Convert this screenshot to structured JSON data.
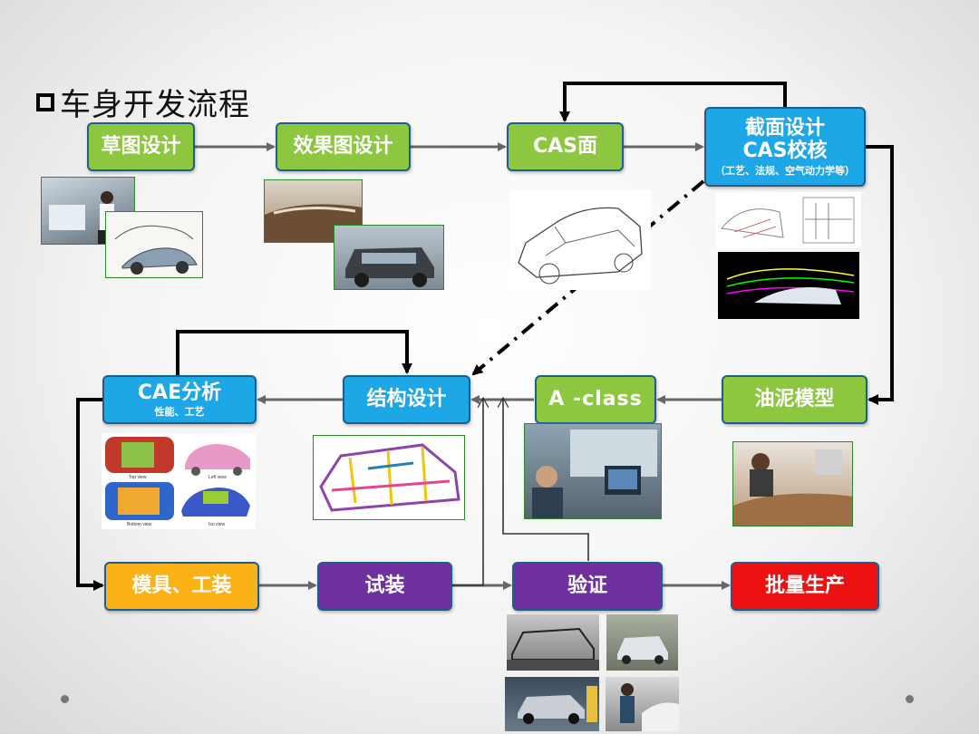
{
  "title": "车身开发流程",
  "nodes": {
    "sketch": {
      "label": "草图设计"
    },
    "render": {
      "label": "效果图设计"
    },
    "cas": {
      "label": "CAS面"
    },
    "section": {
      "label": "截面设计",
      "label2": "CAS校核",
      "note": "（工艺、法规、空气动力学等）"
    },
    "clay": {
      "label": "油泥模型"
    },
    "aclass": {
      "label": "A -class"
    },
    "structure": {
      "label": "结构设计"
    },
    "cae": {
      "label": "CAE分析",
      "note": "性能、工艺"
    },
    "tooling": {
      "label": "模具、工装"
    },
    "trial": {
      "label": "试装"
    },
    "verify": {
      "label": "验证"
    },
    "production": {
      "label": "批量生产"
    }
  },
  "cae_views": {
    "top": "Top view",
    "left": "Left view",
    "bottom": "Bottom view",
    "iso": "Iso view"
  },
  "colors": {
    "green": "#8dc63f",
    "blue": "#1ea7e6",
    "orange": "#fbb216",
    "purple": "#7030a0",
    "red": "#ee1111",
    "arrow_gray": "#666666",
    "arrow_black": "#000000"
  }
}
